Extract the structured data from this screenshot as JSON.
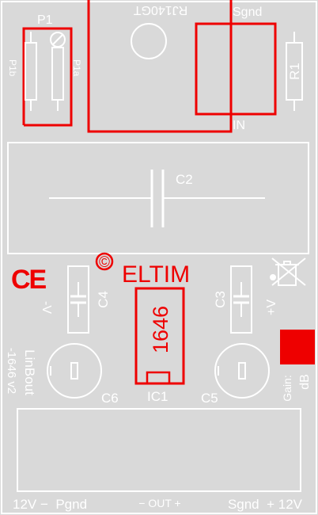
{
  "colors": {
    "board": "#d9d9d9",
    "copper": "#ee0000",
    "silk": "#ffffff"
  },
  "labels": {
    "p1": "P1",
    "p1a": "P1a",
    "p1b": "P1b",
    "rj": "RJ140GT",
    "sgnd_top": "Sgnd",
    "in": "IN",
    "r1": "R1",
    "c2": "C2",
    "c4": "C4",
    "c3": "C3",
    "c6": "C6",
    "c5": "C5",
    "ic1": "IC1",
    "chip": "1646",
    "brand": "ELTIM",
    "copyright": "©",
    "ce": "CE",
    "minus_v": "-V",
    "plus_v": "+V",
    "product1": "LinBout",
    "product2": "-1646 v2",
    "gain": "Gain:",
    "db": "dB"
  },
  "terminals": {
    "left": "12V −  Pgnd",
    "mid": "− OUT +",
    "right": "Sgnd  + 12V"
  }
}
